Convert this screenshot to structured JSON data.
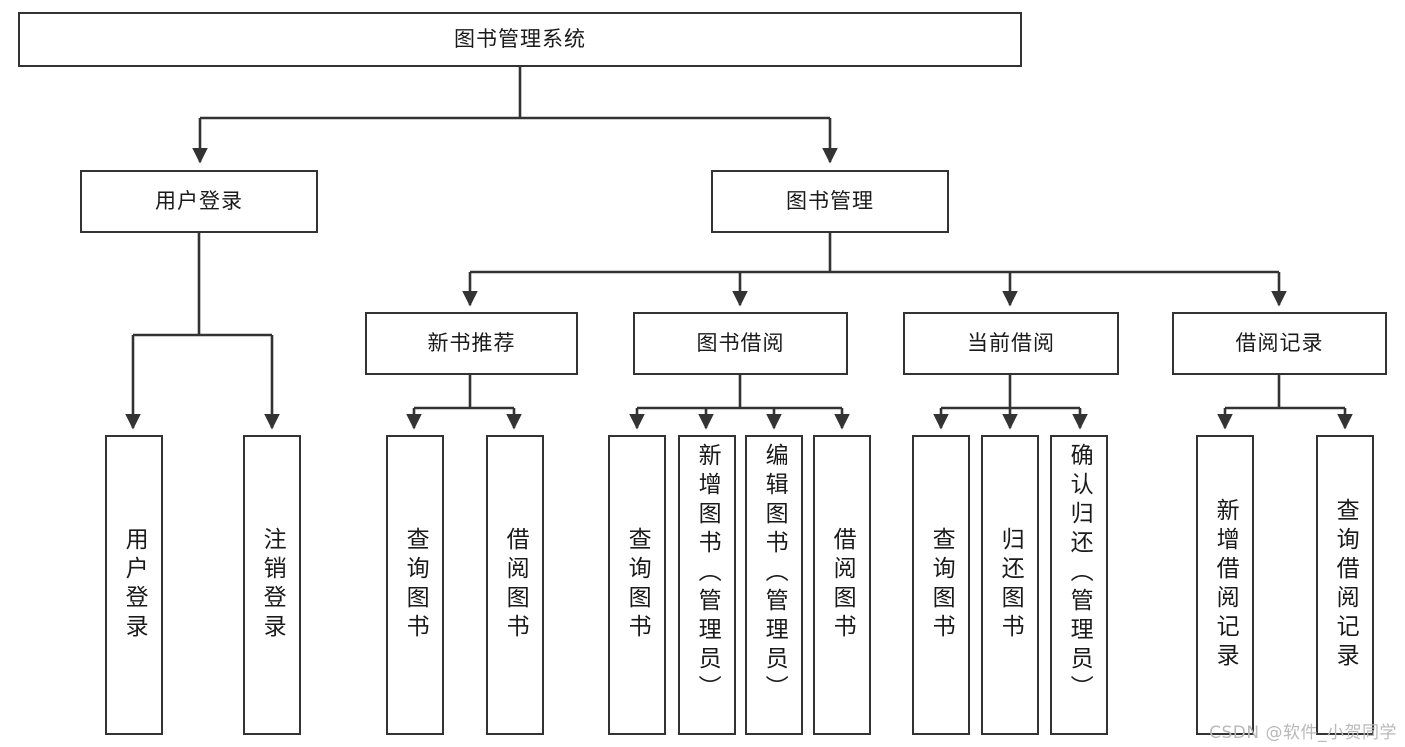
{
  "diagram": {
    "title": "图书管理系统",
    "type": "tree",
    "orientation": "top-down",
    "colors": {
      "box_border": "#333333",
      "box_fill": "#ffffff",
      "connector": "#333333",
      "text": "#1a1a1a",
      "watermark": "#b9b9b9",
      "background": "#ffffff"
    }
  },
  "root": {
    "label": "图书管理系统"
  },
  "level2": [
    {
      "id": "user-login",
      "label": "用户登录"
    },
    {
      "id": "book-manage",
      "label": "图书管理"
    }
  ],
  "level3": [
    {
      "id": "new-book-recommend",
      "label": "新书推荐",
      "parent": "book-manage"
    },
    {
      "id": "book-borrow",
      "label": "图书借阅",
      "parent": "book-manage"
    },
    {
      "id": "current-borrow",
      "label": "当前借阅",
      "parent": "book-manage"
    },
    {
      "id": "borrow-record",
      "label": "借阅记录",
      "parent": "book-manage"
    }
  ],
  "leaves": {
    "user_login": [
      {
        "id": "leaf-user-login",
        "label": "用户登录"
      },
      {
        "id": "leaf-user-logout",
        "label": "注销登录"
      }
    ],
    "new_book_recommend": [
      {
        "id": "leaf-query-book-1",
        "label": "查询图书"
      },
      {
        "id": "leaf-borrow-book-1",
        "label": "借阅图书"
      }
    ],
    "book_borrow": [
      {
        "id": "leaf-query-book-2",
        "label": "查询图书"
      },
      {
        "id": "leaf-add-book",
        "label": "新增图书（管理员）"
      },
      {
        "id": "leaf-edit-book",
        "label": "编辑图书（管理员）"
      },
      {
        "id": "leaf-borrow-book-2",
        "label": "借阅图书"
      }
    ],
    "current_borrow": [
      {
        "id": "leaf-query-book-3",
        "label": "查询图书"
      },
      {
        "id": "leaf-return-book",
        "label": "归还图书"
      },
      {
        "id": "leaf-confirm-return",
        "label": "确认归还（管理员）"
      }
    ],
    "borrow_record": [
      {
        "id": "leaf-add-record",
        "label": "新增借阅记录"
      },
      {
        "id": "leaf-query-record",
        "label": "查询借阅记录"
      }
    ]
  },
  "watermark": {
    "text": "CSDN @软件_小贺同学"
  }
}
